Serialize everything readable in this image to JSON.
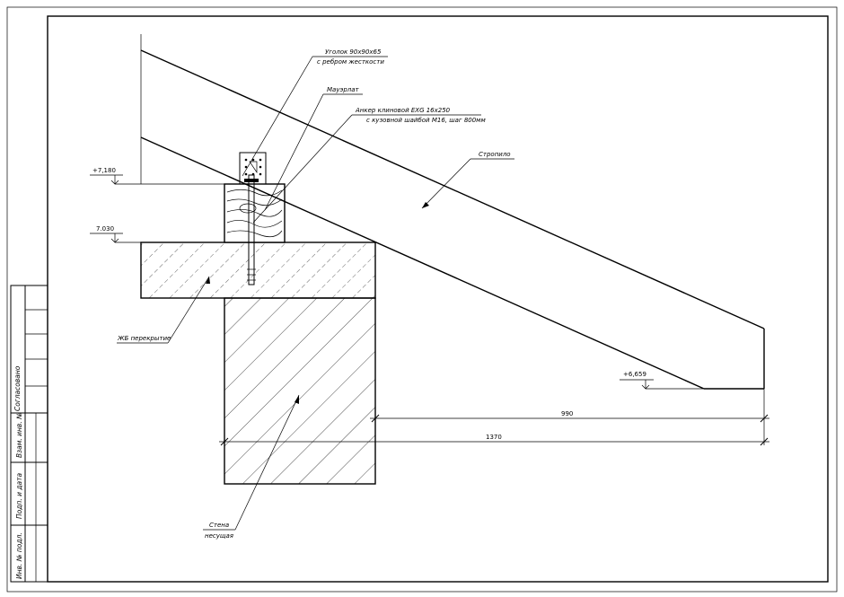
{
  "sheet": {
    "side_stamp": {
      "agreed": "Согласовано",
      "inv_no_replaced": "Взам. инв. №",
      "signature_date": "Подп. и дата",
      "inv_no_original": "Инв. № подл."
    }
  },
  "callouts": {
    "angle_line1": "Уголок 90х90х65",
    "angle_line2": "с ребром жесткости",
    "mauerlat": "Мауэрлат",
    "anchor_line1": "Анкер клиновой EXG 16х250",
    "anchor_line2": "с кузовной шайбой М16, шаг 800мм",
    "rafter": "Стропило",
    "slab": "ЖБ перекрытие",
    "wall_line1": "Стена",
    "wall_line2": "несущая"
  },
  "levels": {
    "top_mauerlat": "+7,180",
    "top_slab": "7.030",
    "rafter_end": "+6,659"
  },
  "dimensions": {
    "overhang_from_slab": "990",
    "overhang_from_wall": "1370"
  }
}
